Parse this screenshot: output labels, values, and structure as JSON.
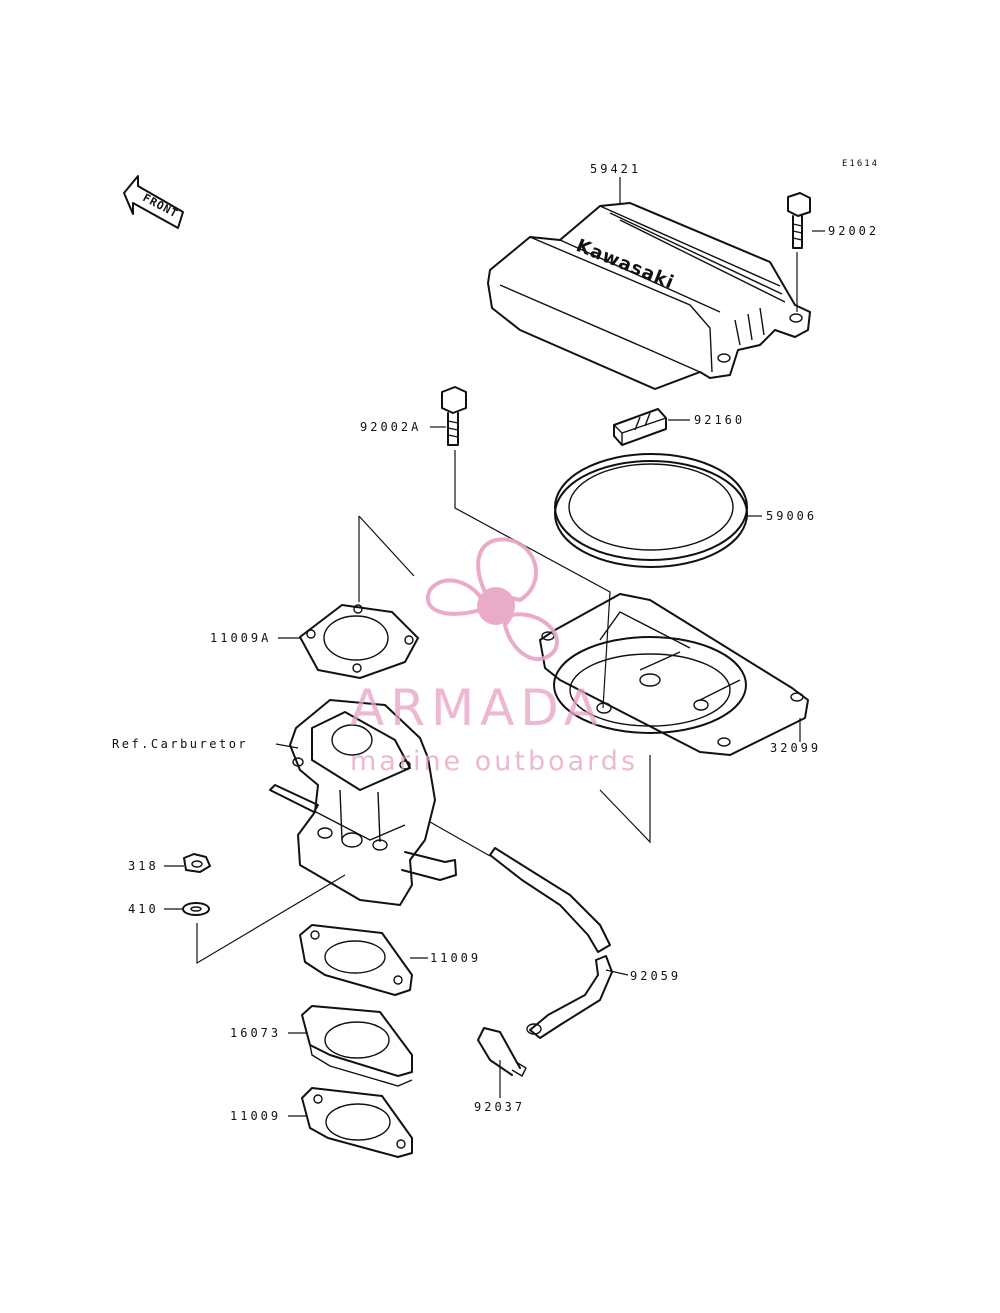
{
  "figure_code": "E1614",
  "front_arrow_label": "FRONT",
  "brand_on_cover": "Kawasaki",
  "watermark": {
    "name": "ARMADA",
    "tagline": "marine outboards",
    "color": "#e8a3c4"
  },
  "callouts": [
    {
      "id": "59421",
      "text": "59421"
    },
    {
      "id": "92002",
      "text": "92002"
    },
    {
      "id": "92002A",
      "text": "92002A"
    },
    {
      "id": "92160",
      "text": "92160"
    },
    {
      "id": "59006",
      "text": "59006"
    },
    {
      "id": "11009A",
      "text": "11009A"
    },
    {
      "id": "32099",
      "text": "32099"
    },
    {
      "id": "ref-carburetor",
      "text": "Ref.Carburetor"
    },
    {
      "id": "318",
      "text": "318"
    },
    {
      "id": "410",
      "text": "410"
    },
    {
      "id": "11009-upper",
      "text": "11009"
    },
    {
      "id": "92059",
      "text": "92059"
    },
    {
      "id": "16073",
      "text": "16073"
    },
    {
      "id": "11009-lower",
      "text": "11009"
    },
    {
      "id": "92037",
      "text": "92037"
    }
  ]
}
